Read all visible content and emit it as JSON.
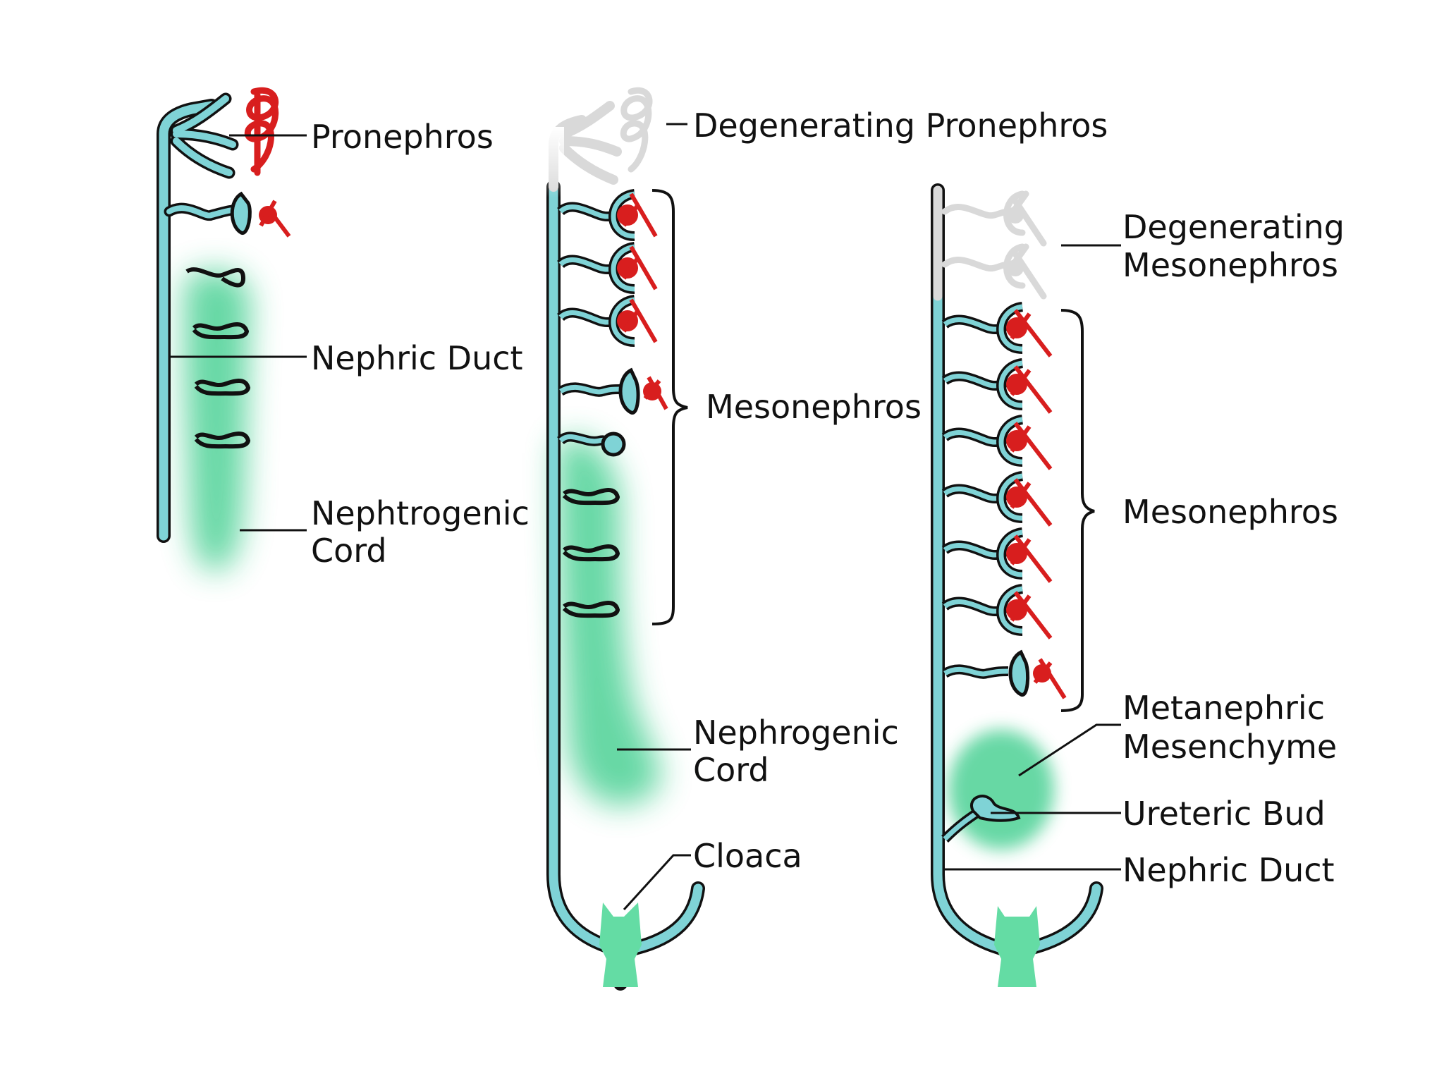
{
  "colors": {
    "duct": "#7fd3d6",
    "duct_dark": "#5fc2c8",
    "mesenchyme": "#5fd6a0",
    "cloaca": "#64dca4",
    "outline": "#111111",
    "vessel": "#d81e1e",
    "degenerating": "#d9d9d9",
    "degenerating_outline": "#bdbdbd",
    "label": "#111111"
  },
  "stages": {
    "pronephric": {
      "labels": {
        "pronephros": "Pronephros",
        "nephric_duct": "Nephric Duct",
        "nephrogenic_cord_1": "Nephtrogenic",
        "nephrogenic_cord_2": "Cord"
      }
    },
    "mesonephric": {
      "labels": {
        "degenerating_pronephros": "Degenerating Pronephros",
        "mesonephros": "Mesonephros",
        "nephrogenic_cord_1": "Nephrogenic",
        "nephrogenic_cord_2": "Cord",
        "cloaca": "Cloaca"
      }
    },
    "metanephric": {
      "labels": {
        "degenerating_mesonephros_1": "Degenerating",
        "degenerating_mesonephros_2": "Mesonephros",
        "mesonephros": "Mesonephros",
        "metanephric_mesenchyme_1": "Metanephric",
        "metanephric_mesenchyme_2": "Mesenchyme",
        "ureteric_bud": "Ureteric Bud",
        "nephric_duct": "Nephric Duct"
      }
    }
  }
}
